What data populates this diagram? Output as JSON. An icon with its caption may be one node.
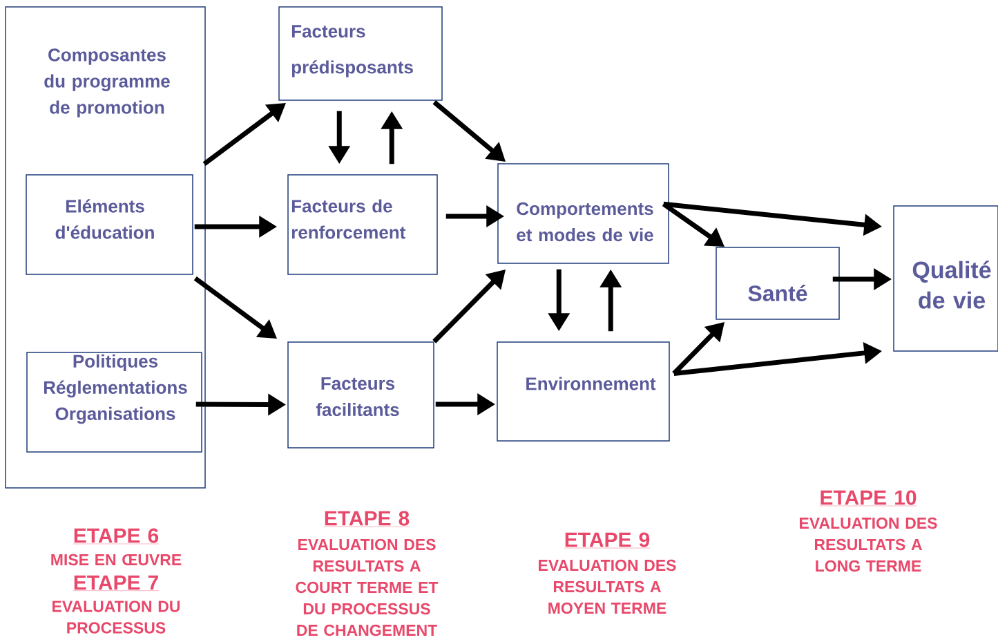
{
  "diagram": {
    "nodes": [
      {
        "text": [
          "Composantes du programme de promotion"
        ]
      },
      {
        "text": [
          "Eléments d'éducation"
        ],
        "in": 0
      },
      {
        "text": [
          "Politiques Réglementations Organisations"
        ],
        "in": 0
      },
      {
        "text": [
          "Facteurs prédisposants"
        ]
      },
      {
        "text": [
          "Facteurs de renforcement"
        ]
      },
      {
        "text": [
          "Facteurs facilitants"
        ]
      },
      {
        "text": [
          "Comportements et modes de vie"
        ]
      },
      {
        "text": [
          "Environnement"
        ]
      },
      {
        "text": [
          "Santé"
        ]
      },
      {
        "text": [
          "Qualité de vie"
        ]
      }
    ],
    "edges": [
      {
        "from": 0,
        "to": 3,
        "arrow": "to"
      },
      {
        "from": 1,
        "to": 4,
        "arrow": "to"
      },
      {
        "from": 1,
        "to": 5,
        "arrow": "to"
      },
      {
        "from": 2,
        "to": 5,
        "arrow": "to"
      },
      {
        "from": 3,
        "to": 4,
        "arrow": "to"
      },
      {
        "from": 4,
        "to": 3,
        "arrow": "to"
      },
      {
        "from": 3,
        "to": 6,
        "arrow": "to"
      },
      {
        "from": 4,
        "to": 6,
        "arrow": "to"
      },
      {
        "from": 5,
        "to": 6,
        "arrow": "to"
      },
      {
        "from": 5,
        "to": 7,
        "arrow": "to"
      },
      {
        "from": 6,
        "to": 7,
        "arrow": "to"
      },
      {
        "from": 7,
        "to": 6,
        "arrow": "to"
      },
      {
        "from": 6,
        "to": 9,
        "arrow": "to"
      },
      {
        "from": 6,
        "to": 8,
        "arrow": "to"
      },
      {
        "from": 7,
        "to": 8,
        "arrow": "to"
      },
      {
        "from": 7,
        "to": 9,
        "arrow": "to"
      },
      {
        "from": 8,
        "to": 9,
        "arrow": "to"
      }
    ],
    "labels": [
      "ETAPE 6",
      "MISE EN ŒUVRE",
      "ETAPE 7",
      "EVALUATION DU PROCESSUS",
      "ETAPE 8",
      "EVALUATION DES RESULTATS A COURT TERME ET DU PROCESSUS DE CHANGEMENT",
      "ETAPE 9",
      "EVALUATION DES RESULTATS A MOYEN TERME",
      "ETAPE 10",
      "EVALUATION DES RESULTATS A LONG TERME"
    ]
  }
}
